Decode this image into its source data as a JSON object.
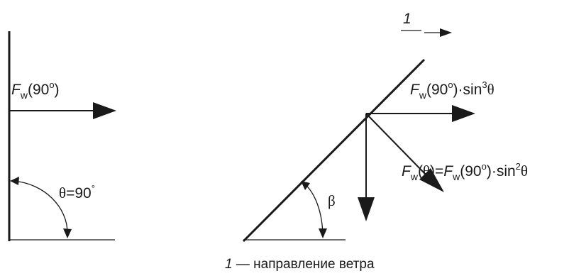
{
  "diagram": {
    "marker": {
      "number": "1"
    },
    "labels": {
      "fw_90": {
        "F": "F",
        "sub": "w",
        "arg": "(90",
        "deg": "o",
        "close": ")"
      },
      "theta_90": {
        "theta": "θ",
        "eq": "=90",
        "deg": "°"
      },
      "fw_sin3": {
        "F": "F",
        "sub": "w",
        "arg": "(90",
        "deg": "o",
        "close": ")·sin",
        "pow": "3",
        "theta": "θ"
      },
      "fw_theta": {
        "F1": "F",
        "sub1": "w",
        "open1": "(",
        "theta1": "θ",
        "close1": ")=",
        "F2": "F",
        "sub2": "w",
        "arg2": "(90",
        "deg2": "o",
        "close2": ")·sin",
        "pow2": "2",
        "theta2": "θ"
      },
      "beta": "β"
    },
    "caption": {
      "number": "1",
      "dash": " — ",
      "text": "направление ветра"
    },
    "colors": {
      "ink": "#1a1a1a",
      "background": "#ffffff"
    }
  }
}
